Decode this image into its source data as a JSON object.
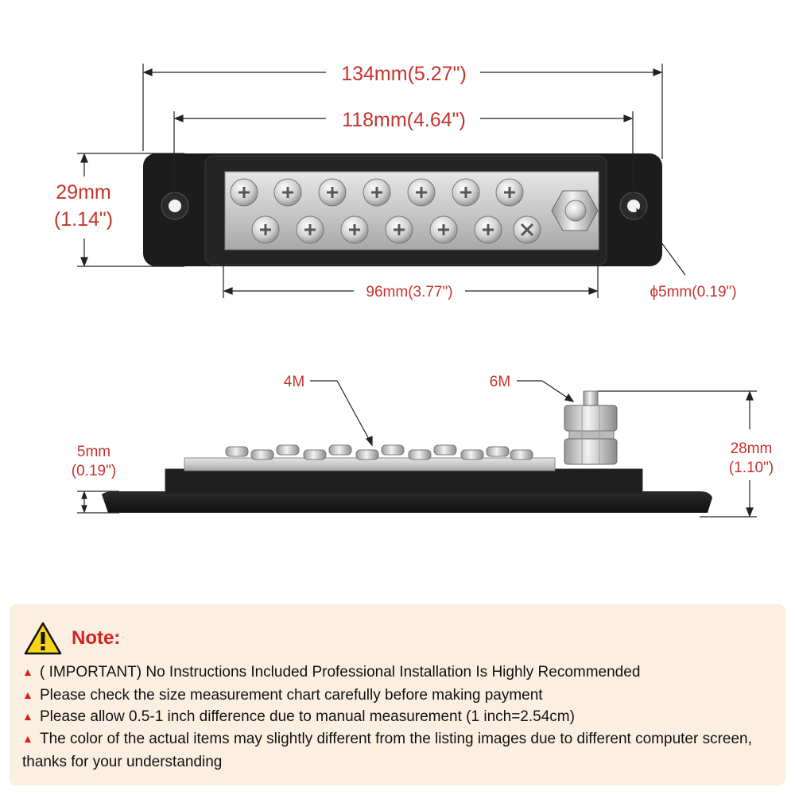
{
  "dimensions": {
    "overall_length": "134mm(5.27\")",
    "hole_spacing": "118mm(4.64\")",
    "height_mm": "29mm",
    "height_in": "(1.14\")",
    "bar_length": "96mm(3.77\")",
    "hole_diameter": "ϕ5mm(0.19\")",
    "small_stud": "4M",
    "large_stud": "6M",
    "base_thickness_mm": "5mm",
    "base_thickness_in": "(0.19\")",
    "total_height_mm": "28mm",
    "total_height_in": "(1.10\")"
  },
  "note": {
    "title": "Note:",
    "items": [
      "( IMPORTANT) No Instructions Included Professional Installation Is Highly Recommended",
      "Please check the size measurement chart carefully before making payment",
      "Please allow 0.5-1 inch difference due to manual measurement (1 inch=2.54cm)",
      "The color of the actual items may slightly different from the listing images due to different computer screen, thanks for your understanding"
    ]
  },
  "colors": {
    "dimension_text": "#c8332d",
    "note_title": "#d6211c",
    "note_background": "#fbefe2"
  }
}
